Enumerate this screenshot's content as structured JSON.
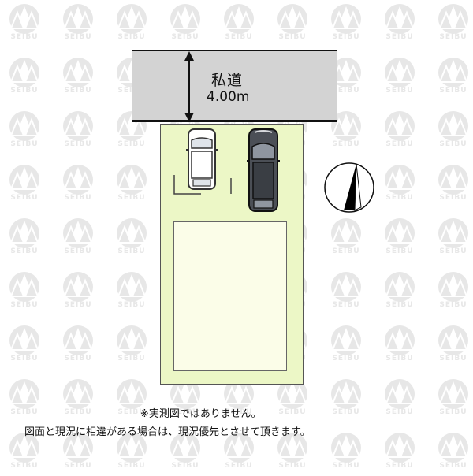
{
  "watermark": {
    "text": "SEIBU",
    "color": "#e7e7e7"
  },
  "road": {
    "name": "私道",
    "width": "4.00m",
    "fill": "#d3d3d3"
  },
  "lot": {
    "fill": "#ecf7c6",
    "house_fill": "#fbfde8"
  },
  "parking": {
    "cars": [
      "car-white",
      "car-dark"
    ]
  },
  "compass": {
    "icon": "north-arrow-icon"
  },
  "notes": {
    "line1": "※実測図ではありません。",
    "line2": "図面と現況に相違がある場合は、現況優先とさせて頂きます。"
  }
}
